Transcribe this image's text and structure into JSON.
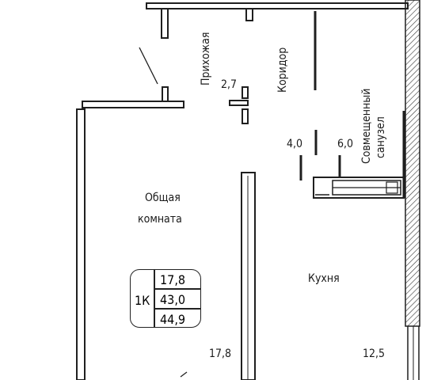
{
  "rooms": {
    "entry": {
      "name": "Прихожая",
      "area": "2,7"
    },
    "corridor": {
      "name": "Коридор",
      "area": "4,0"
    },
    "bathroom": {
      "name_line1": "Совмещенный",
      "name_line2": "санузел",
      "area": "6,0"
    },
    "living": {
      "name_line1": "Общая",
      "name_line2": "комната",
      "area": "17,8"
    },
    "kitchen": {
      "name": "Кухня",
      "area": "12,5"
    }
  },
  "badge": {
    "rooms": "1К",
    "living_area": "17,8",
    "total_area": "43,0",
    "total_with_balcony": "44,9"
  },
  "colors": {
    "wall": "#1f1f1f",
    "hatch": "#333333"
  }
}
